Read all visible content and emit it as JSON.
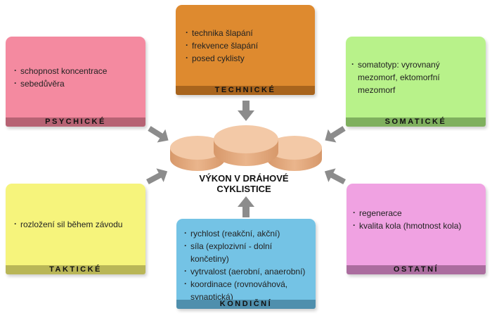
{
  "center": {
    "line1": "VÝKON V DRÁHOVÉ",
    "line2": "CYKLISTICE"
  },
  "boxes": {
    "technicke": {
      "title": "TECHNICKÉ",
      "items": [
        "technika šlapání",
        "frekvence šlapání",
        "posed cyklisty"
      ]
    },
    "psychicke": {
      "title": "PSYCHICKÉ",
      "items": [
        "schopnost koncentrace",
        "sebedůvěra"
      ]
    },
    "somaticke": {
      "title": "SOMATICKÉ",
      "items": [
        "somatotyp: vyrovnaný mezomorf, ektomorfní mezomorf"
      ]
    },
    "takticke": {
      "title": "TAKTICKÉ",
      "items": [
        "rozložení sil během závodu"
      ]
    },
    "ostatni": {
      "title": "OSTATNÍ",
      "items": [
        "regenerace",
        "kvalita kola (hmotnost kola)"
      ]
    },
    "kondicni": {
      "title": "KONDIČNÍ",
      "items": [
        "rychlost (reakční, akční)",
        "síla (explozivní - dolní končetiny)",
        "vytrvalost (aerobní, anaerobní)",
        "koordinace (rovnováhová, synaptická)"
      ]
    }
  },
  "colors": {
    "technicke_body": "#de8a2f",
    "technicke_foot": "#a8641d",
    "psychicke_body": "#f48aa0",
    "psychicke_foot": "#b76374",
    "somaticke_body": "#b8f28a",
    "somaticke_foot": "#7fb05e",
    "takticke_body": "#f6f47c",
    "takticke_foot": "#b9b657",
    "ostatni_body": "#f0a2e2",
    "ostatni_foot": "#ab6d9f",
    "kondicni_body": "#74c3e5",
    "kondicni_foot": "#4f8fad",
    "disc_top": "#f3c9a7",
    "disc_side": "#e2a77c",
    "arrow": "#8c8c8c"
  }
}
